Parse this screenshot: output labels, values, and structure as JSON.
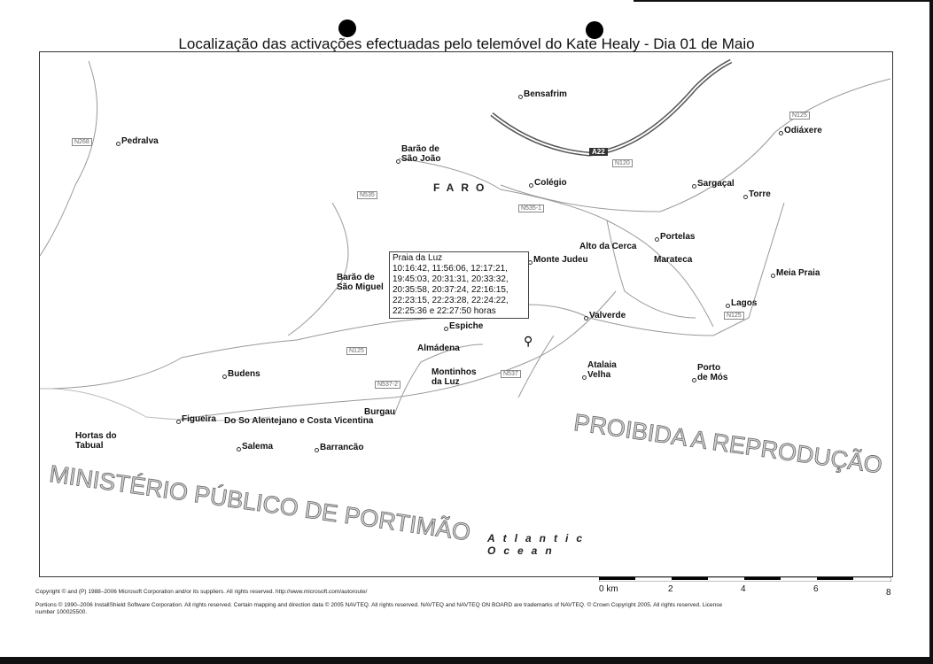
{
  "title": "Localização das activações efectuadas pelo telemóvel do Kate Healy - Dia 01 de Maio",
  "region_label": "FARO",
  "places": [
    "Bensafrim",
    "Pedralva",
    "Barão de\nSão João",
    "Colégio",
    "Odiáxere",
    "Sargaçal",
    "Torre",
    "Portelas",
    "Alto da Cerca",
    "Monte Judeu",
    "Marateca",
    "Meia Praia",
    "Barão de\nSão Miguel",
    "Lagos",
    "Valverde",
    "Almádena",
    "Budens",
    "Montinhos\nda Luz",
    "Atalaia\nVelha",
    "Porto\nde Mós",
    "Burgau",
    "Figueira",
    "Hortas do\nTabual",
    "Salema",
    "Barrancão",
    "Espiche"
  ],
  "poi_label": "Do So Alentejano e Costa Vicentina",
  "roads": [
    "N268",
    "N535",
    "N535-1",
    "N120",
    "N125",
    "N125",
    "N125",
    "N537-2",
    "N537"
  ],
  "motorway": "A22",
  "popup": {
    "title": "Praia da Luz",
    "lines": [
      "10:16:42, 11:56:06, 12:17:21,",
      "19:45:03, 20:31:31, 20:33:32,",
      "20:35:58, 20:37:24, 22:16:15,",
      "22:23:15, 22:23:28, 22:24:22,",
      "22:25:36 e 22:27:50 horas"
    ]
  },
  "ocean": [
    "Atlantic",
    "Ocean"
  ],
  "watermark": [
    "MINISTÉRIO PÚBLICO DE PORTIMÃO",
    "PROIBIDA A REPRODUÇÃO"
  ],
  "scale": {
    "labels": [
      "0 km",
      "2",
      "4",
      "6",
      "8"
    ]
  },
  "copyright": [
    "Copyright © and (P) 1988–2006 Microsoft Corporation and/or its suppliers. All rights reserved. http://www.microsoft.com/autoroute/",
    "Portions © 1990–2006 InstallShield Software Corporation. All rights reserved. Certain mapping and direction data © 2005 NAVTEQ. All rights reserved. NAVTEQ and NAVTEQ ON BOARD are trademarks of NAVTEQ. © Crown Copyright 2005. All rights reserved. License",
    "number 100025500."
  ]
}
